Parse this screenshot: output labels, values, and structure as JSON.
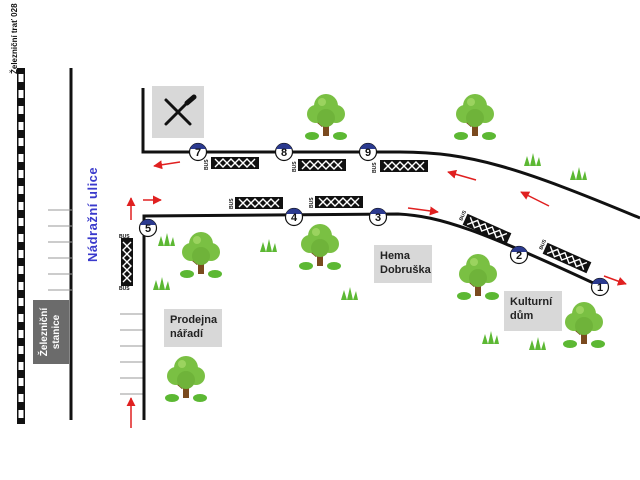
{
  "map": {
    "railway_label": "Železniční trať 028",
    "street_label": "Nádražní ulice",
    "railway_station": {
      "lines": [
        "Železniční",
        "stanice"
      ]
    },
    "buildings": [
      {
        "id": "prodejna",
        "lines": [
          "Prodejna",
          "nářadí"
        ]
      },
      {
        "id": "hema",
        "lines": [
          "Hema",
          "Dobruška"
        ]
      },
      {
        "id": "kulturni",
        "lines": [
          "Kulturní",
          "dům"
        ]
      }
    ],
    "restaurant": {
      "icon": "fork-knife-icon"
    },
    "bus_stop_marker_text": "BUS",
    "stops": [
      "1",
      "2",
      "3",
      "4",
      "5",
      "7",
      "8",
      "9"
    ],
    "colors": {
      "road": "#111111",
      "arrow": "#e02020",
      "stop_ring": "#2b3a8f",
      "street_text": "#3a3acc",
      "tree_foliage": "#7ac043",
      "tree_trunk": "#7a4a1e",
      "grass": "#5cb833",
      "label_box": "#d8d8d8",
      "station_box": "#6b6b6b"
    }
  }
}
